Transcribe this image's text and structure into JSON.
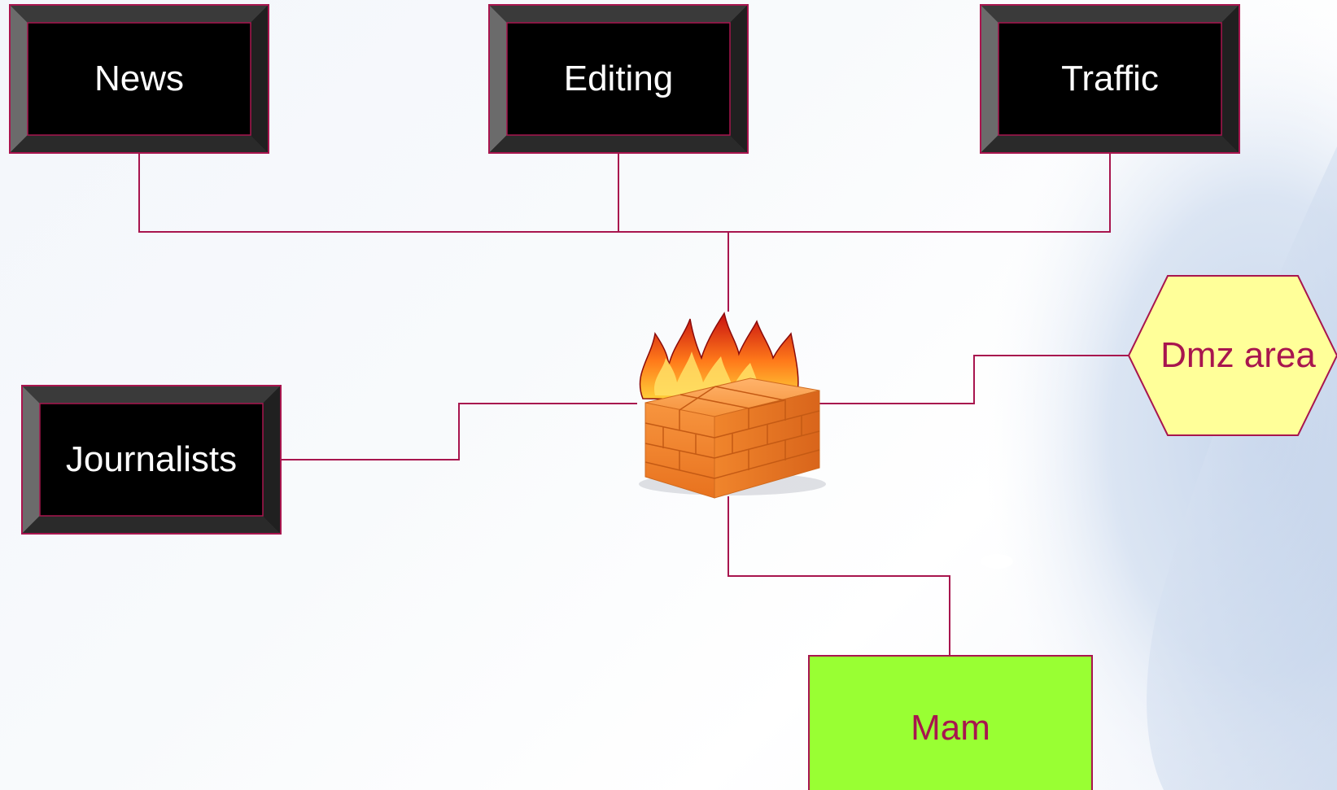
{
  "nodes": {
    "news": "News",
    "editing": "Editing",
    "traffic": "Traffic",
    "journalists": "Journalists",
    "dmz": "Dmz area",
    "mam": "Mam"
  },
  "firewall": {
    "icon": "firewall-icon"
  },
  "colors": {
    "connector": "#a8154e",
    "box_face": "#000000",
    "box_bevel_light": "#6b6b6b",
    "box_bevel_dark": "#2a2a2a",
    "hexagon_fill": "#ffff99",
    "mam_fill": "#99ff33",
    "label_accent": "#a8154e"
  }
}
